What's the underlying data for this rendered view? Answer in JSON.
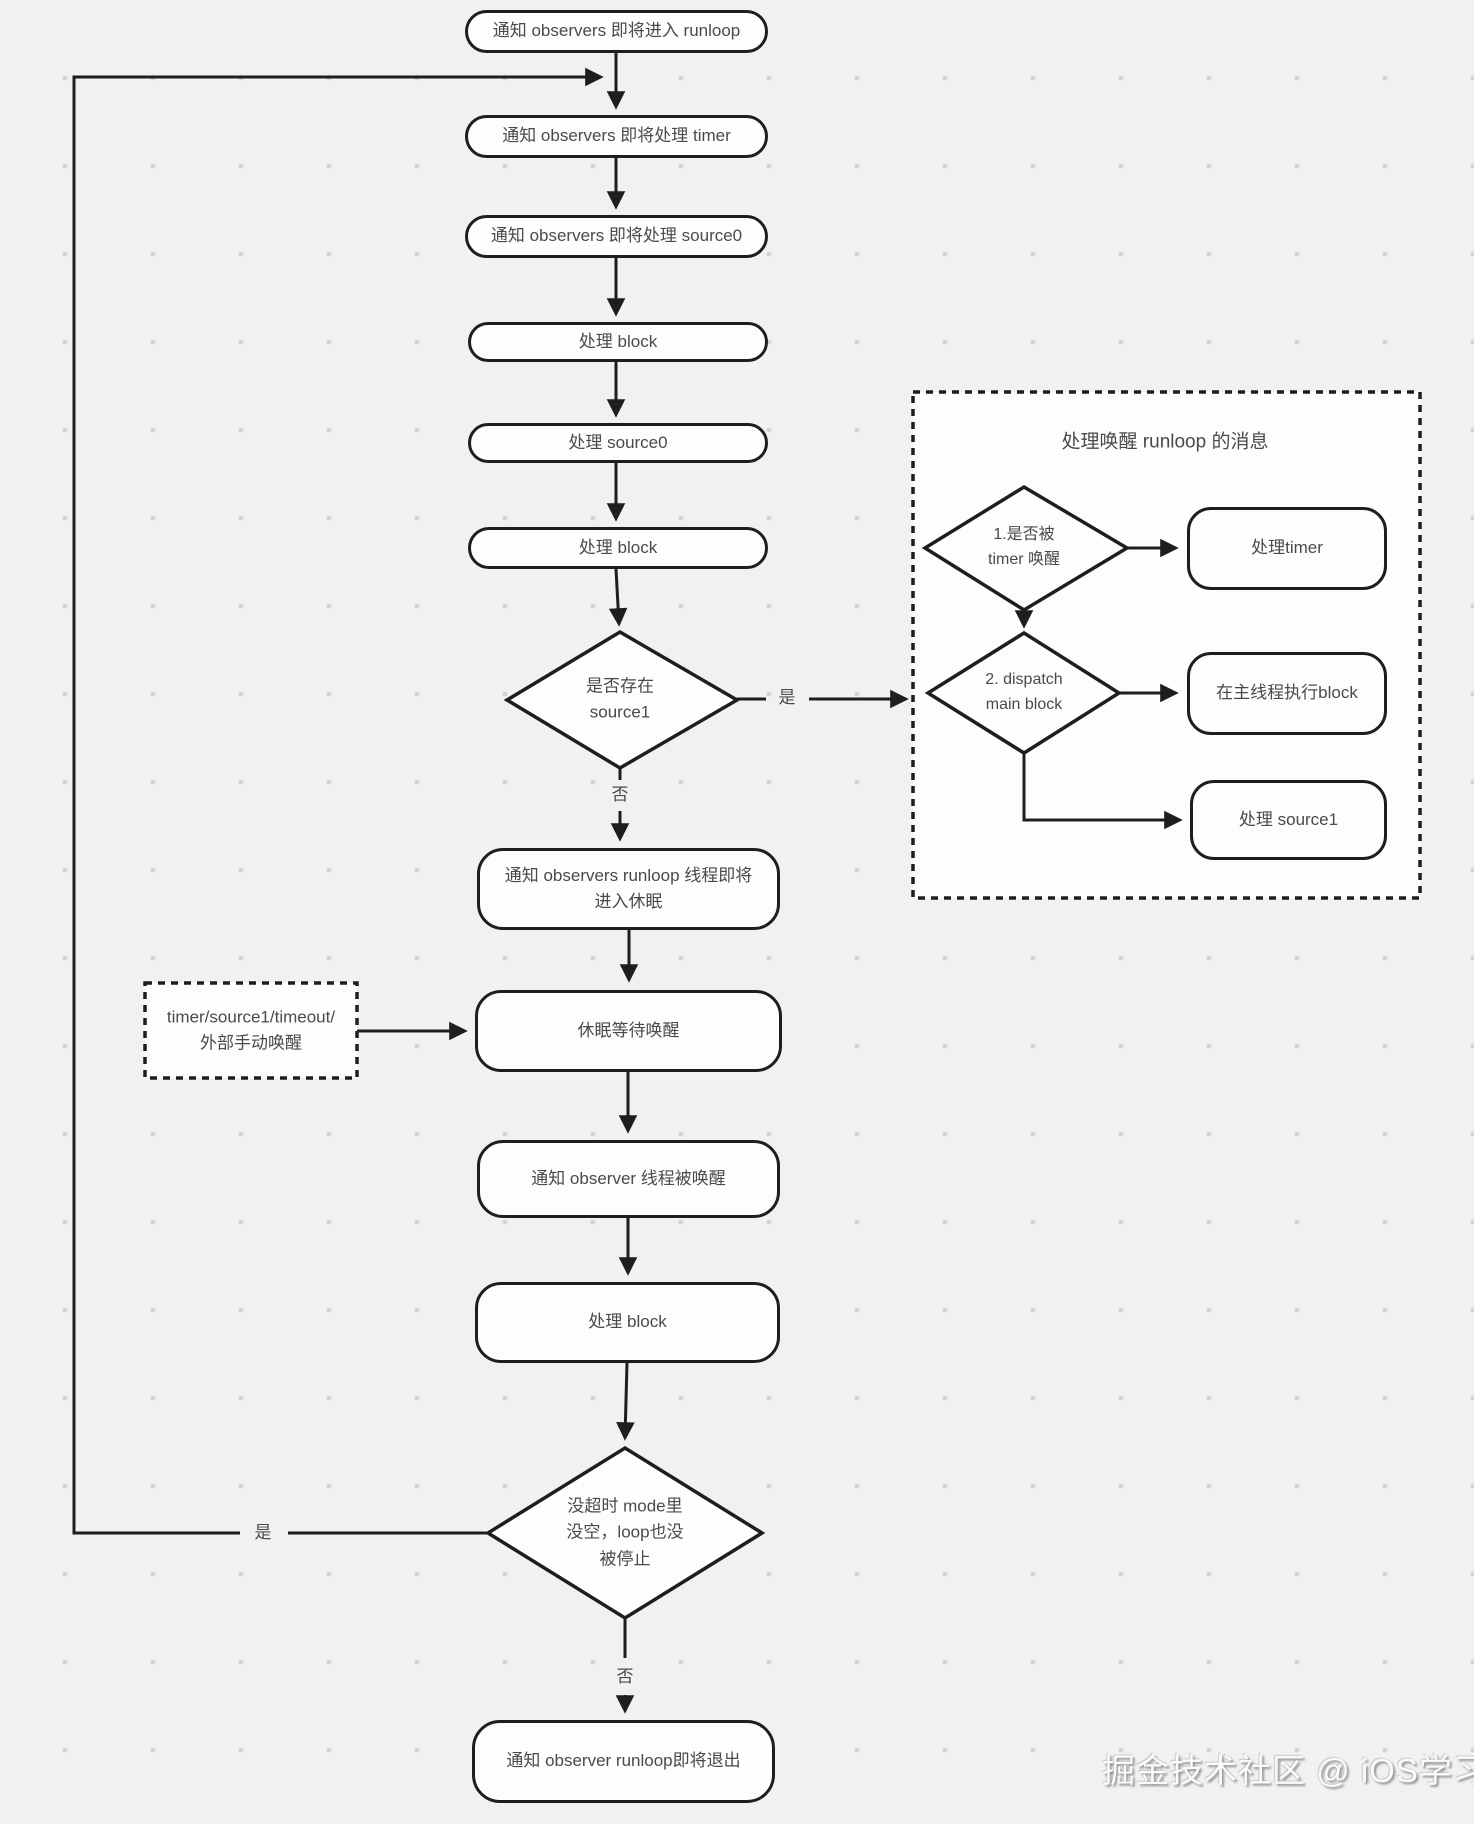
{
  "watermark": "掘金技术社区 @ iOS学习社区",
  "labels": {
    "yes": "是",
    "no": "否"
  },
  "flow": {
    "notify_enter": "通知 observers 即将进入 runloop",
    "notify_timer": "通知 observers 即将处理 timer",
    "notify_source0": "通知 observers 即将处理 source0",
    "handle_block_1": "处理 block",
    "handle_source0": "处理 source0",
    "handle_block_2": "处理 block",
    "has_source1_line1": "是否存在",
    "has_source1_line2": "source1",
    "notify_sleep_line1": "通知 observers runloop 线程即将",
    "notify_sleep_line2": "进入休眠",
    "sleep_wait": "休眠等待唤醒",
    "notify_awake": "通知 observer 线程被唤醒",
    "handle_block_3": "处理 block",
    "loop_check_line1": "没超时 mode里",
    "loop_check_line2": "没空，loop也没",
    "loop_check_line3": "被停止",
    "notify_exit": "通知 observer runloop即将退出"
  },
  "wake_sources": {
    "line1": "timer/source1/timeout/",
    "line2": "外部手动唤醒"
  },
  "wake_panel": {
    "title": "处理唤醒 runloop 的消息",
    "is_timer_line1": "1.是否被",
    "is_timer_line2": "timer 唤醒",
    "handle_timer": "处理timer",
    "dispatch_line1": "2. dispatch",
    "dispatch_line2": "main block",
    "exec_main_block": "在主线程执行block",
    "handle_source1": "处理 source1"
  },
  "colors": {
    "background": "#f1f1f3",
    "node_fill": "#fdfdfd",
    "stroke": "#1e1e1e",
    "text": "#4a4a4a",
    "dot": "#d2d2d7"
  }
}
